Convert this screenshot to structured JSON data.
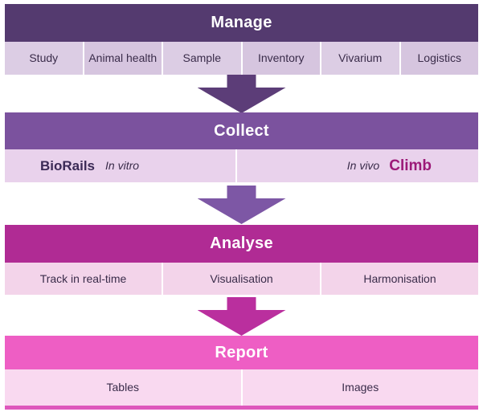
{
  "palette": {
    "manage_header_bg": "#543a6f",
    "manage_row_bg_odd": "#dccde4",
    "manage_row_bg_even": "#d6c5df",
    "collect_header_bg": "#7b529e",
    "collect_row_bg": "#e9d2ec",
    "analyse_header_bg": "#b02b94",
    "analyse_row_bg": "#f3d4ea",
    "report_header_bg": "#ee5ec4",
    "report_row_bg": "#f9d9f0",
    "bottom_bar": "#de58bc",
    "arrow1": "#5c3d78",
    "arrow2": "#7d57a5",
    "arrow3": "#ba2f9e",
    "header_text": "#ffffff",
    "cell_text": "#3a2c4a",
    "biorails_text": "#3b2a56",
    "climb_text": "#9c1a78"
  },
  "sections": {
    "manage": {
      "title": "Manage",
      "cells": [
        "Study",
        "Animal health",
        "Sample",
        "Inventory",
        "Vivarium",
        "Logistics"
      ]
    },
    "collect": {
      "title": "Collect",
      "left": {
        "brand": "BioRails",
        "mode": "In vitro"
      },
      "right": {
        "mode": "In vivo",
        "brand": "Climb"
      }
    },
    "analyse": {
      "title": "Analyse",
      "cells": [
        "Track in real-time",
        "Visualisation",
        "Harmonisation"
      ]
    },
    "report": {
      "title": "Report",
      "cells": [
        "Tables",
        "Images"
      ]
    }
  }
}
